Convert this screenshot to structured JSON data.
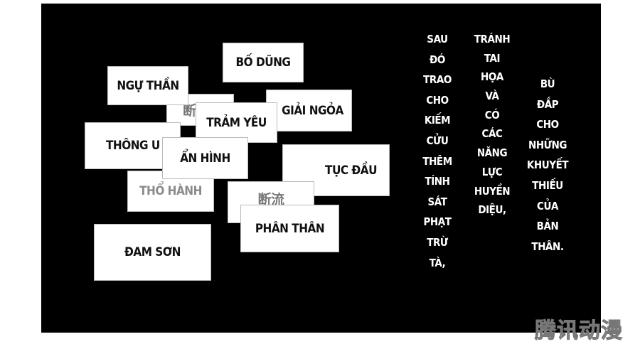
{
  "cards": {
    "hidden": "断",
    "bo_dung": "BỐ DŨNG",
    "ngu_than": "NGỰ THẦN",
    "giai_ngoa": "GIẢI NGỎA",
    "tram_yeu": "TRẢM YÊU",
    "thong_u": "THÔNG U",
    "an_hinh": "ẨN HÌNH",
    "tho_hanh": "THỔ HÀNH",
    "tuc_dau": "TỤC ĐẦU",
    "doan_luu": "断流",
    "phan_than": "PHÂN THÂN",
    "dam_son": "ĐAM SƠN"
  },
  "narration": {
    "col1": [
      "SAU",
      "ĐÓ",
      "TRAO",
      "CHO",
      "KIẾM",
      "CỬU",
      "THÊM",
      "TÍNH",
      "SÁT",
      "PHẠT",
      "TRỪ",
      "TÀ,"
    ],
    "col2": [
      "TRÁNH",
      "TAI",
      "HỌA",
      "VÀ",
      "CÓ",
      "CÁC",
      "NĂNG",
      "LỰC",
      "HUYỀN",
      "DIỆU,"
    ],
    "col3": [
      "BÙ",
      "ĐẮP",
      "CHO",
      "NHỮNG",
      "KHUYẾT",
      "THIẾU",
      "CỦA",
      "BẢN",
      "THÂN."
    ]
  },
  "watermark": "腾讯动漫"
}
